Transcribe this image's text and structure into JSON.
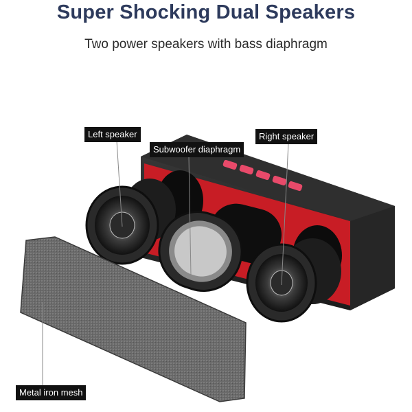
{
  "header": {
    "title": "Super Shocking Dual Speakers",
    "subtitle": "Two power speakers with bass diaphragm"
  },
  "callouts": {
    "left_speaker": "Left speaker",
    "subwoofer": "Subwoofer diaphragm",
    "right_speaker": "Right speaker",
    "mesh": "Metal iron mesh"
  },
  "colors": {
    "title": "#2d3a5c",
    "speaker_body": "#2b2b2b",
    "accent_red": "#d4202a",
    "button_pink": "#e84a6a",
    "mesh_grey": "#6f6f6f"
  }
}
